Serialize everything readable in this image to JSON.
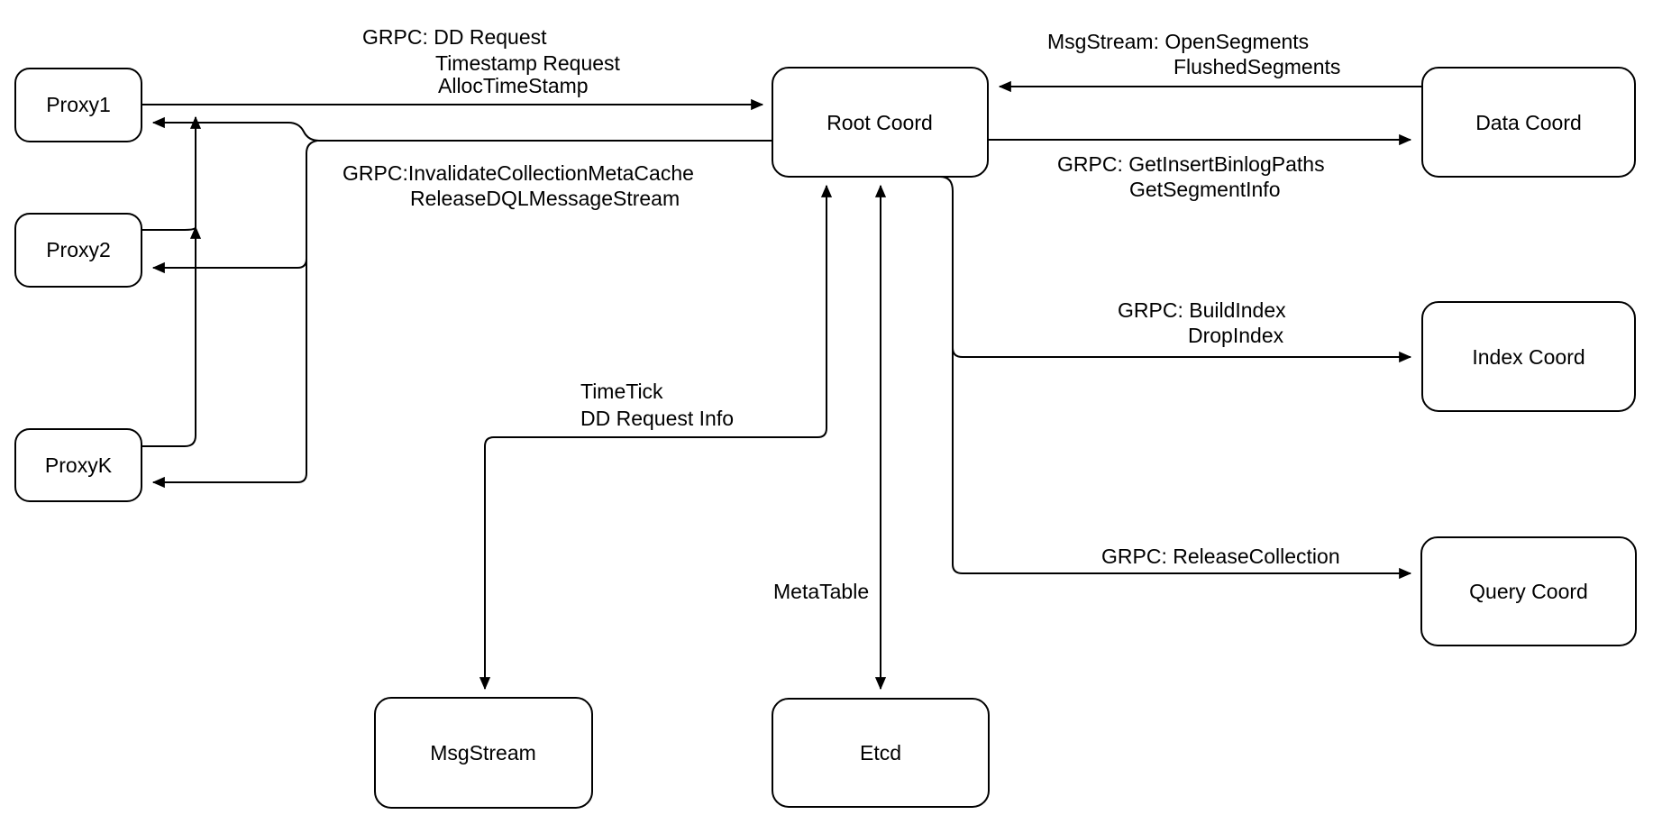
{
  "diagram": {
    "nodes": {
      "proxy1": {
        "label": "Proxy1"
      },
      "proxy2": {
        "label": "Proxy2"
      },
      "proxyk": {
        "label": "ProxyK"
      },
      "rootcoord": {
        "label": "Root Coord"
      },
      "datacoord": {
        "label": "Data Coord"
      },
      "indexcoord": {
        "label": "Index Coord"
      },
      "querycoord": {
        "label": "Query Coord"
      },
      "msgstream": {
        "label": "MsgStream"
      },
      "etcd": {
        "label": "Etcd"
      }
    },
    "edges": {
      "proxies_to_rootcoord": {
        "label_lines": [
          "GRPC: DD Request",
          "Timestamp Request",
          "AllocTimeStamp"
        ]
      },
      "rootcoord_to_proxies": {
        "label_lines": [
          "GRPC:InvalidateCollectionMetaCache",
          "ReleaseDQLMessageStream"
        ]
      },
      "datacoord_to_rootcoord": {
        "label_lines": [
          "MsgStream: OpenSegments",
          "FlushedSegments"
        ]
      },
      "rootcoord_to_datacoord": {
        "label_lines": [
          "GRPC: GetInsertBinlogPaths",
          "GetSegmentInfo"
        ]
      },
      "rootcoord_to_indexcoord": {
        "label_lines": [
          "GRPC: BuildIndex",
          "DropIndex"
        ]
      },
      "rootcoord_to_querycoord": {
        "label_lines": [
          "GRPC: ReleaseCollection"
        ]
      },
      "rootcoord_msgstream": {
        "label_lines": [
          "TimeTick",
          "DD Request Info"
        ]
      },
      "rootcoord_etcd": {
        "label_lines": [
          "MetaTable"
        ]
      }
    },
    "colors": {
      "stroke": "#000000",
      "node_fill": "#ffffff",
      "background": "#ffffff"
    }
  }
}
